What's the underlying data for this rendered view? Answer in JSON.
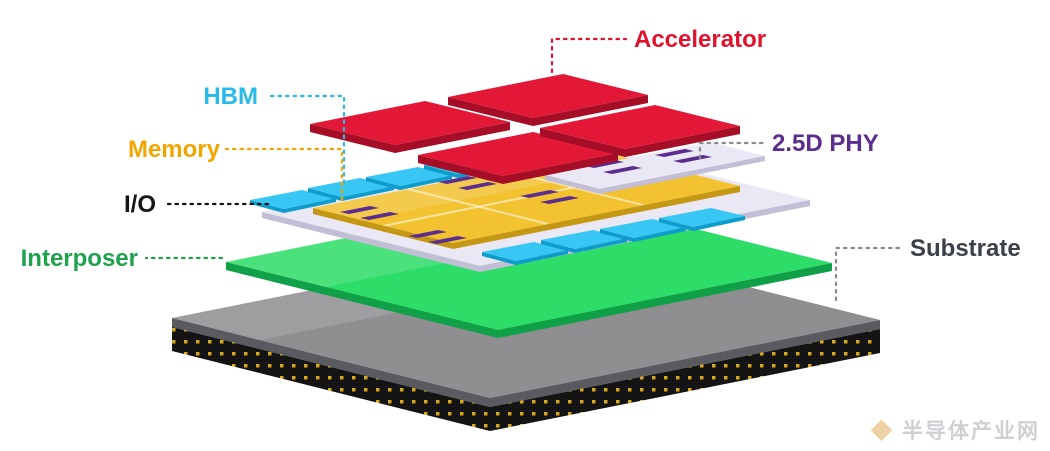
{
  "diagram": {
    "labels": {
      "accelerator": {
        "text": "Accelerator"
      },
      "hbm": {
        "text": "HBM"
      },
      "memory": {
        "text": "Memory"
      },
      "io": {
        "text": "I/O"
      },
      "phy": {
        "text": "2.5D PHY"
      },
      "interposer": {
        "text": "Interposer"
      },
      "substrate": {
        "text": "Substrate"
      }
    },
    "watermark": {
      "logo": "◆",
      "text": "半导体产业网"
    }
  },
  "palette": {
    "accelerator": "#e31837",
    "accelerator_dark": "#a50e26",
    "accelerator_label": "#e0132f",
    "hbm": "#38c6f4",
    "hbm_dark": "#0d9ccb",
    "hbm_label": "#29b9ea",
    "memory": "#f2c230",
    "memory_dark": "#c49714",
    "memory_label": "#f0a500",
    "io_plate": "#eae8f4",
    "io_plate_dark": "#c2bed6",
    "io_label": "#16171b",
    "phy": "#5b2d8f",
    "phy_label": "#5b2d8f",
    "interposer": "#2edd68",
    "interposer_dark": "#10a148",
    "interposer_label": "#1fa24e",
    "substrate_top": "#8f8f91",
    "substrate_edge": "#5a5b60",
    "substrate_black": "#141414",
    "ball_gold": "#d9a61c",
    "substrate_label": "#3c4049",
    "leader_gray": "#8b8b8b",
    "watermark": "#a7abb0"
  }
}
